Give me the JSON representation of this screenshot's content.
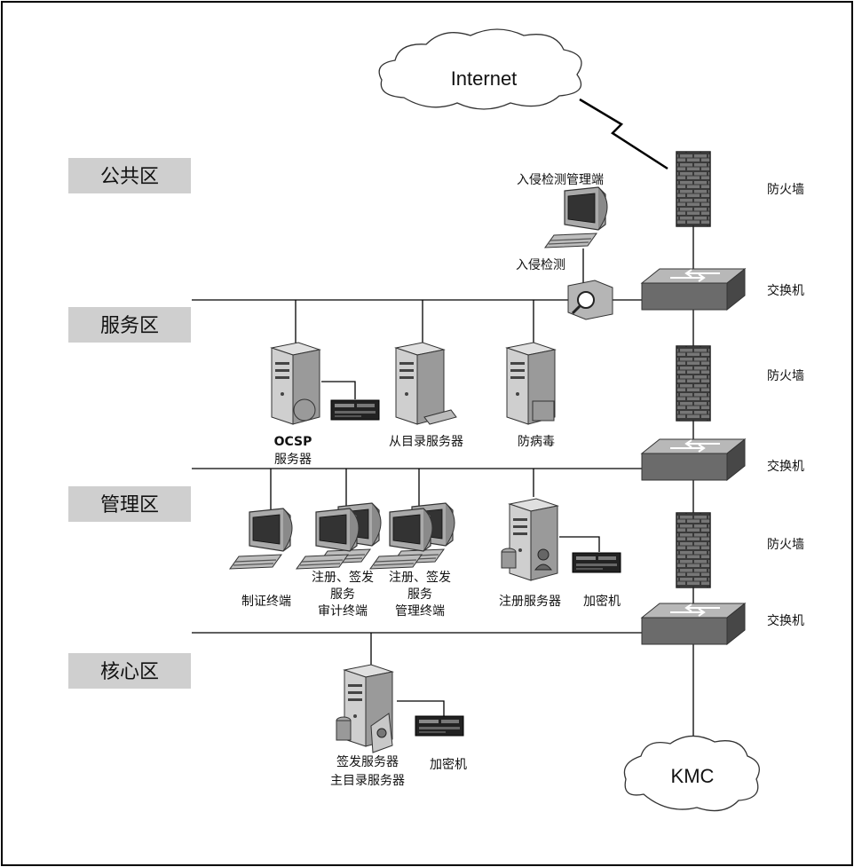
{
  "zones": {
    "public": "公共区",
    "service": "服务区",
    "management": "管理区",
    "core": "核心区"
  },
  "clouds": {
    "internet": "Internet",
    "kmc": "KMC"
  },
  "right_labels": {
    "fw1": "防火墙",
    "sw1": "交换机",
    "fw2": "防火墙",
    "sw2": "交换机",
    "fw3": "防火墙",
    "sw3": "交换机"
  },
  "devices": {
    "ids_manager": "入侵检测管理端",
    "ids": "入侵检测",
    "ocsp_line1": "OCSP",
    "ocsp_line2": "服务器",
    "slave_directory": "从目录服务器",
    "antivirus": "防病毒",
    "cert_terminal": "制证终端",
    "audit_line1": "注册、签发",
    "audit_line2": "服务",
    "audit_line3": "审计终端",
    "mgmt_line1": "注册、签发",
    "mgmt_line2": "服务",
    "mgmt_line3": "管理终端",
    "registration_server": "注册服务器",
    "encryptor_mgmt": "加密机",
    "signing_line1": "签发服务器",
    "signing_line2": "主目录服务器",
    "encryptor_core": "加密机"
  }
}
